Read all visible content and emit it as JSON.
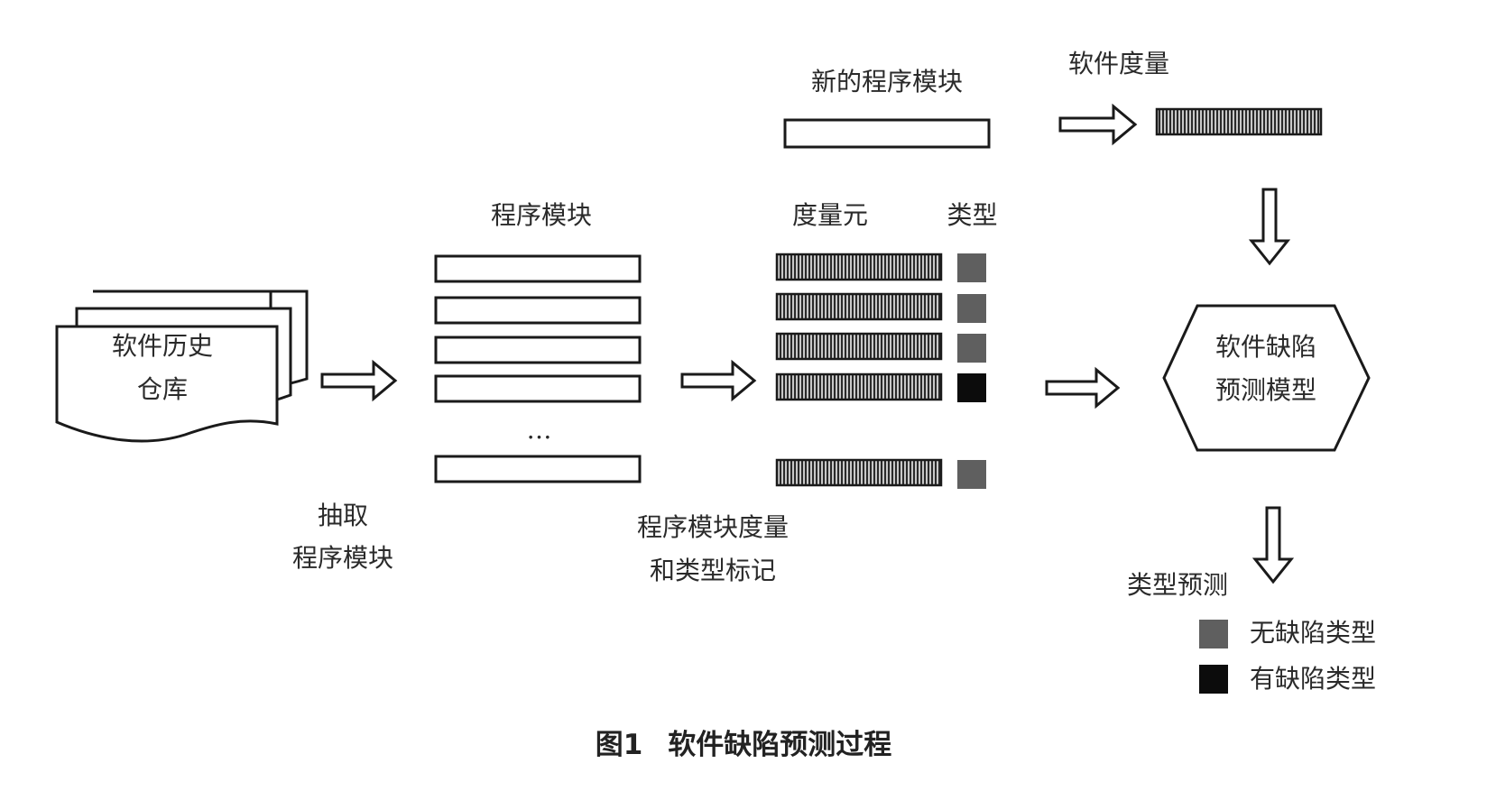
{
  "labels": {
    "repo_line1": "软件历史",
    "repo_line2": "仓库",
    "extract_line1": "抽取",
    "extract_line2": "程序模块",
    "modules_title": "程序模块",
    "ellipsis": "…",
    "measure_line1": "程序模块度量",
    "measure_line2": "和类型标记",
    "metrics_title": "度量元",
    "type_title": "类型",
    "new_module": "新的程序模块",
    "software_metrics": "软件度量",
    "model_line1": "软件缺陷",
    "model_line2": "预测模型",
    "type_prediction": "类型预测",
    "legend_no_defect": "无缺陷类型",
    "legend_defect": "有缺陷类型"
  },
  "caption": {
    "figure_no": "图1",
    "title": "软件缺陷预测过程"
  },
  "colors": {
    "no_defect": "#5f5f5f",
    "defect": "#0c0c0c",
    "line": "#1a1a1a"
  }
}
